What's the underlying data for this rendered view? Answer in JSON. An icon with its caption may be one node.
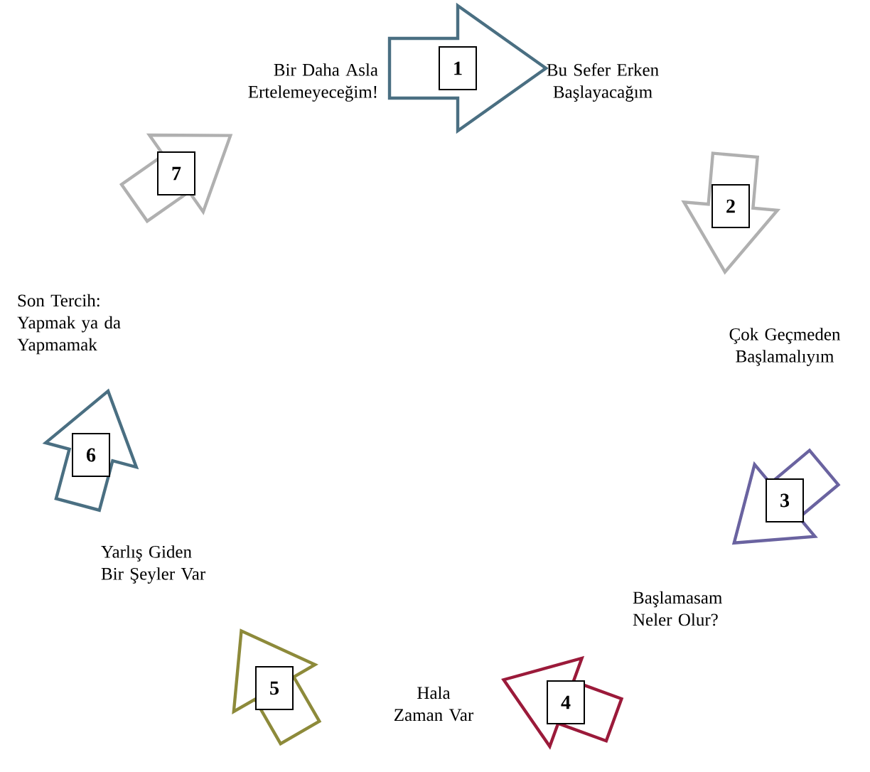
{
  "diagram": {
    "nodes": [
      {
        "text": [
          "1"
        ],
        "beside": [
          "Bu Sefer Erken Başlayacağım"
        ]
      },
      {
        "text": [
          "2"
        ],
        "beside": [
          "Çok Geçmeden Başlamalıyım"
        ]
      },
      {
        "text": [
          "3"
        ]
      },
      {
        "text": [
          "4"
        ],
        "beside": [
          "Hala Zaman Var"
        ]
      },
      {
        "text": [
          "5"
        ]
      },
      {
        "text": [
          "6"
        ],
        "beside": [
          "Son Tercih: Yapmak ya da Yapmamak"
        ]
      },
      {
        "text": [
          "7"
        ]
      }
    ],
    "labels": [
      "Bir Daha Asla Ertelemeyeceğim!",
      "Yarlış Giden Bir Şeyler Var",
      "Başlamasam Neler Olur?"
    ]
  }
}
